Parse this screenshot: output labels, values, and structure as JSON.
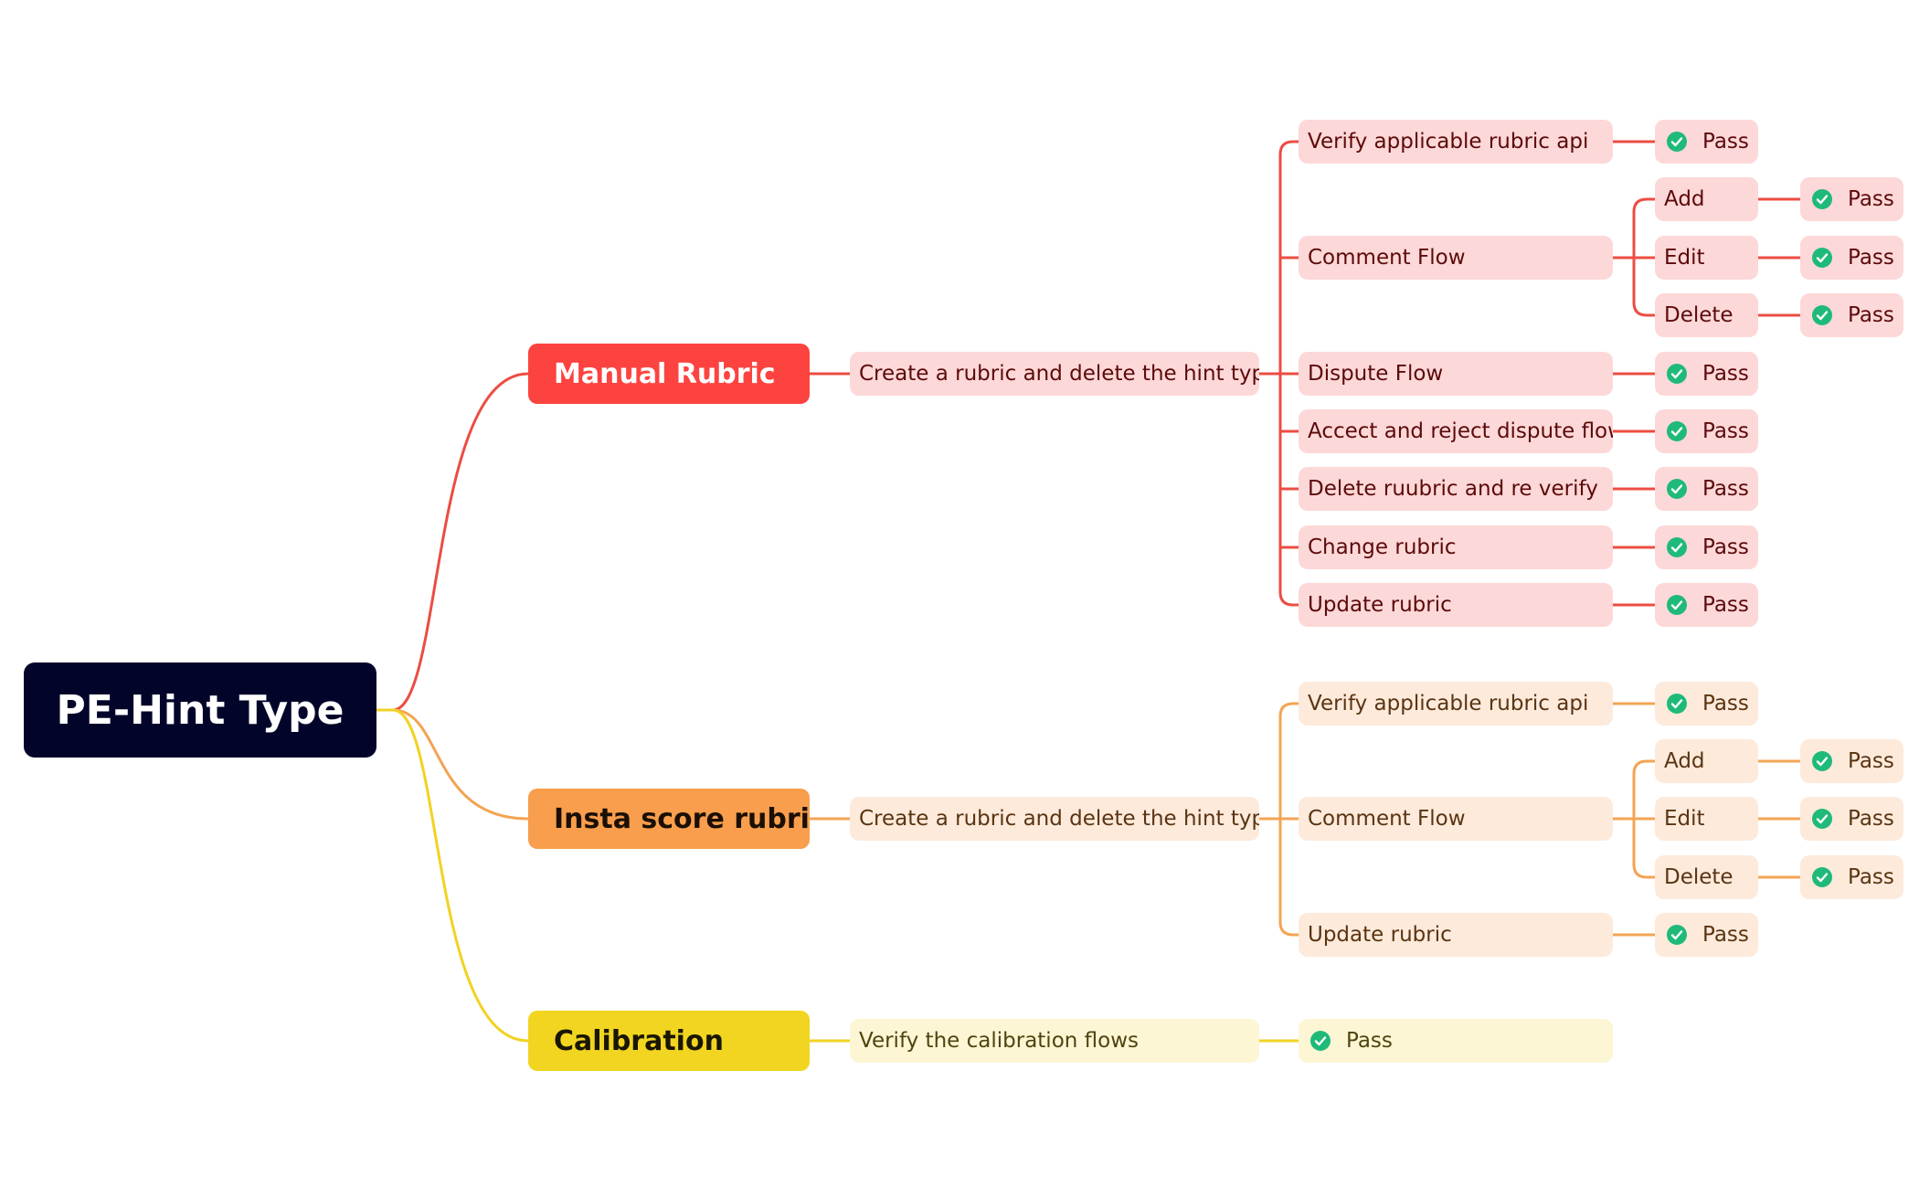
{
  "colors": {
    "root_bg": "#02042a",
    "check": "#1fba7a",
    "manual": {
      "edge": "#ec4d43",
      "branch_bg": "#fd4340",
      "branch_text": "#ffffff",
      "leaf_bg": "#fdd8d8",
      "leaf_text": "#5c0a0a"
    },
    "insta": {
      "edge": "#f3a453",
      "branch_bg": "#f89e4c",
      "branch_text": "#1a0f05",
      "leaf_bg": "#fdeadb",
      "leaf_text": "#5a3412"
    },
    "calibration": {
      "edge": "#f2d223",
      "branch_bg": "#f2d520",
      "branch_text": "#1a1600",
      "leaf_bg": "#fdf6d4",
      "leaf_text": "#4f4410"
    }
  },
  "root": {
    "label": "PE-Hint Type"
  },
  "branches": [
    {
      "id": "manual",
      "label": "Manual Rubric",
      "child": {
        "label": "Create a rubric and delete the hint type",
        "items": [
          {
            "label": "Verify applicable rubric api",
            "result": "Pass"
          },
          {
            "label": "Comment Flow",
            "subitems": [
              {
                "label": "Add",
                "result": "Pass"
              },
              {
                "label": "Edit",
                "result": "Pass"
              },
              {
                "label": "Delete",
                "result": "Pass"
              }
            ]
          },
          {
            "label": "Dispute Flow",
            "result": "Pass"
          },
          {
            "label": "Accect and reject dispute flow",
            "result": "Pass"
          },
          {
            "label": "Delete ruubric and re verify",
            "result": "Pass"
          },
          {
            "label": "Change rubric",
            "result": "Pass"
          },
          {
            "label": "Update rubric",
            "result": "Pass"
          }
        ]
      }
    },
    {
      "id": "insta",
      "label": "Insta score rubric",
      "child": {
        "label": "Create a rubric and delete the hint type",
        "items": [
          {
            "label": "Verify applicable rubric api",
            "result": "Pass"
          },
          {
            "label": "Comment Flow",
            "subitems": [
              {
                "label": "Add",
                "result": "Pass"
              },
              {
                "label": "Edit",
                "result": "Pass"
              },
              {
                "label": "Delete",
                "result": "Pass"
              }
            ]
          },
          {
            "label": "Update rubric",
            "result": "Pass"
          }
        ]
      }
    },
    {
      "id": "calibration",
      "label": "Calibration",
      "child": {
        "label": "Verify the calibration flows",
        "result": "Pass"
      }
    }
  ]
}
